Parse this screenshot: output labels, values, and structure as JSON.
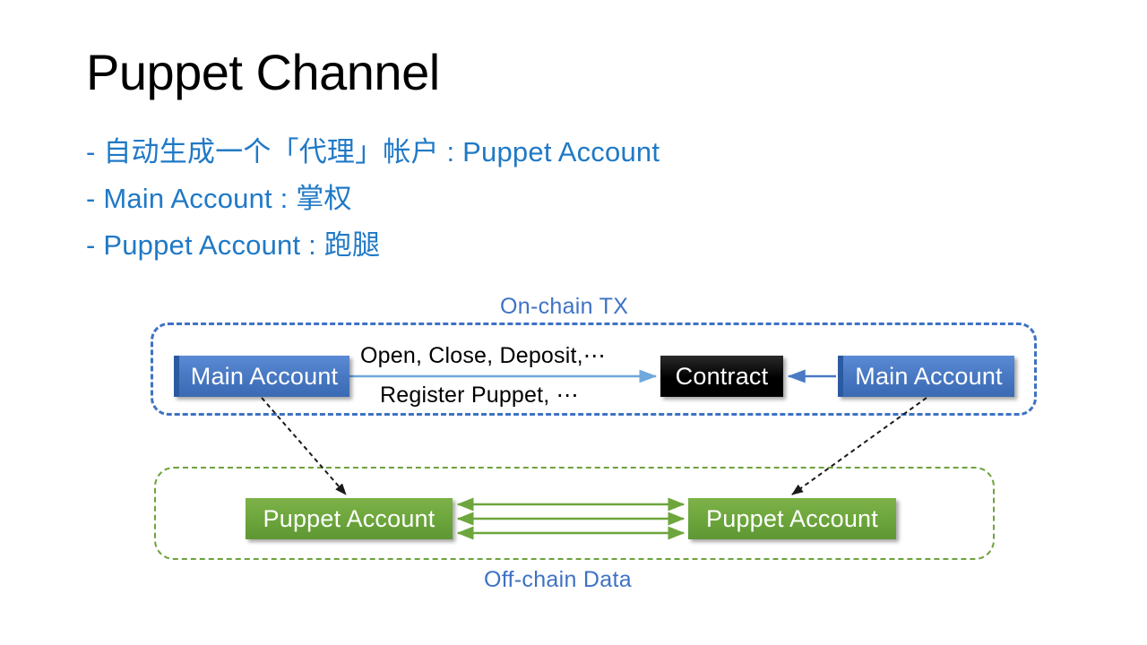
{
  "slide": {
    "title": "Puppet Channel",
    "bullets": [
      "- 自动生成一个「代理」帐户 : Puppet Account",
      "- Main Account : 掌权",
      "- Puppet Account : 跑腿"
    ]
  },
  "colors": {
    "title": "#000000",
    "bullet_blue": "#2079C6",
    "zone_blue": "#3E72C4",
    "zone_green": "#6EA23C",
    "node_blue": "#4A7AC4",
    "node_green": "#6DA63C",
    "node_black": "#000000",
    "arrow_blue": "#6FA8DC",
    "arrow_green": "#6DA63C",
    "arrow_black": "#1A1A1A"
  },
  "diagram": {
    "zones": [
      {
        "id": "on-chain",
        "label": "On-chain TX",
        "label_position": "top",
        "border": "dashed-blue"
      },
      {
        "id": "off-chain",
        "label": "Off-chain Data",
        "label_position": "bottom",
        "border": "dashed-green"
      }
    ],
    "nodes": [
      {
        "id": "main-left",
        "label": "Main Account",
        "style": "blue",
        "zone": "on-chain"
      },
      {
        "id": "contract",
        "label": "Contract",
        "style": "black",
        "zone": "on-chain"
      },
      {
        "id": "main-right",
        "label": "Main Account",
        "style": "blue",
        "zone": "on-chain"
      },
      {
        "id": "puppet-left",
        "label": "Puppet Account",
        "style": "green",
        "zone": "off-chain"
      },
      {
        "id": "puppet-right",
        "label": "Puppet Account",
        "style": "green",
        "zone": "off-chain"
      }
    ],
    "edges": [
      {
        "from": "main-left",
        "to": "contract",
        "style": "solid-blue",
        "direction": "forward",
        "labels": [
          "Open, Close, Deposit,⋯",
          "Register Puppet, ⋯"
        ]
      },
      {
        "from": "main-right",
        "to": "contract",
        "style": "solid-blue",
        "direction": "forward"
      },
      {
        "from": "main-left",
        "to": "puppet-left",
        "style": "dashed-black",
        "direction": "forward"
      },
      {
        "from": "main-right",
        "to": "puppet-right",
        "style": "dashed-black",
        "direction": "forward"
      },
      {
        "from": "puppet-left",
        "to": "puppet-right",
        "style": "solid-green",
        "direction": "both"
      },
      {
        "from": "puppet-left",
        "to": "puppet-right",
        "style": "solid-green",
        "direction": "both"
      },
      {
        "from": "puppet-left",
        "to": "puppet-right",
        "style": "solid-green",
        "direction": "both"
      }
    ],
    "edge_labels": {
      "top": "Open, Close, Deposit,⋯",
      "bottom": "Register Puppet, ⋯"
    }
  }
}
